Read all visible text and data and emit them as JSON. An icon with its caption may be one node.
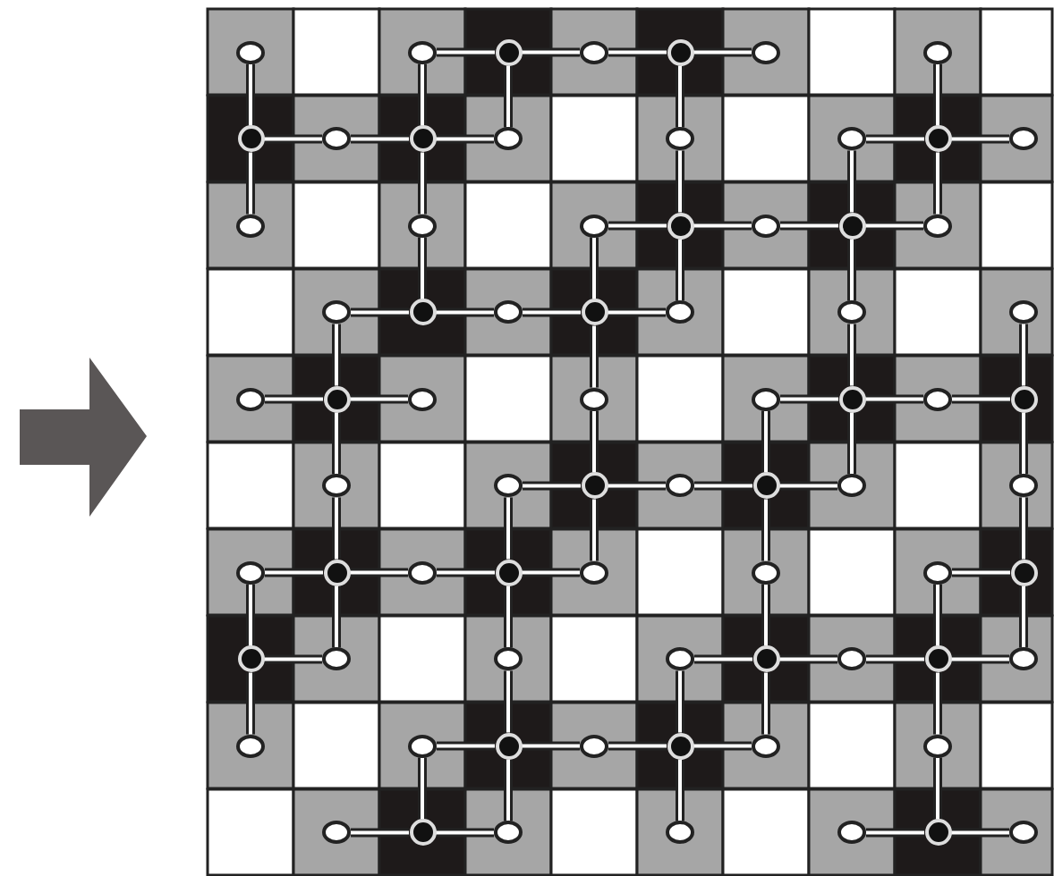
{
  "diagram": {
    "nodes": [
      {
        "text": [],
        "shape": "circle"
      },
      {
        "text": [],
        "shape": "circle"
      },
      {
        "text": [],
        "shape": "dot"
      },
      {
        "text": [],
        "shape": "circle"
      },
      {
        "text": [],
        "shape": "dot"
      },
      {
        "text": [],
        "shape": "circle"
      },
      {
        "text": [],
        "shape": "circle"
      },
      {
        "text": [],
        "shape": "dot"
      },
      {
        "text": [],
        "shape": "circle"
      },
      {
        "text": [],
        "shape": "dot"
      },
      {
        "text": [],
        "shape": "circle"
      },
      {
        "text": [],
        "shape": "circle"
      },
      {
        "text": [],
        "shape": "circle"
      },
      {
        "text": [],
        "shape": "dot"
      },
      {
        "text": [],
        "shape": "circle"
      },
      {
        "text": [],
        "shape": "circle"
      },
      {
        "text": [],
        "shape": "circle"
      },
      {
        "text": [],
        "shape": "circle"
      },
      {
        "text": [],
        "shape": "dot"
      },
      {
        "text": [],
        "shape": "circle"
      },
      {
        "text": [],
        "shape": "dot"
      },
      {
        "text": [],
        "shape": "circle"
      },
      {
        "text": [],
        "shape": "circle"
      },
      {
        "text": [],
        "shape": "dot"
      },
      {
        "text": [],
        "shape": "circle"
      },
      {
        "text": [],
        "shape": "dot"
      },
      {
        "text": [],
        "shape": "circle"
      },
      {
        "text": [],
        "shape": "circle"
      },
      {
        "text": [],
        "shape": "circle"
      },
      {
        "text": [],
        "shape": "circle"
      },
      {
        "text": [],
        "shape": "dot"
      },
      {
        "text": [],
        "shape": "circle"
      },
      {
        "text": [],
        "shape": "circle"
      },
      {
        "text": [],
        "shape": "circle"
      },
      {
        "text": [],
        "shape": "dot"
      },
      {
        "text": [],
        "shape": "circle"
      },
      {
        "text": [],
        "shape": "dot"
      },
      {
        "text": [],
        "shape": "circle"
      },
      {
        "text": [],
        "shape": "circle"
      },
      {
        "text": [],
        "shape": "dot"
      },
      {
        "text": [],
        "shape": "circle"
      },
      {
        "text": [],
        "shape": "dot"
      },
      {
        "text": [],
        "shape": "circle"
      },
      {
        "text": [],
        "shape": "circle"
      },
      {
        "text": [],
        "shape": "circle"
      },
      {
        "text": [],
        "shape": "dot"
      },
      {
        "text": [],
        "shape": "circle"
      },
      {
        "text": [],
        "shape": "dot"
      },
      {
        "text": [],
        "shape": "circle"
      },
      {
        "text": [],
        "shape": "circle"
      },
      {
        "text": [],
        "shape": "circle"
      },
      {
        "text": [],
        "shape": "dot"
      },
      {
        "text": [],
        "shape": "dot"
      },
      {
        "text": [],
        "shape": "circle"
      },
      {
        "text": [],
        "shape": "circle"
      },
      {
        "text": [],
        "shape": "circle"
      },
      {
        "text": [],
        "shape": "dot"
      },
      {
        "text": [],
        "shape": "circle"
      },
      {
        "text": [],
        "shape": "dot"
      },
      {
        "text": [],
        "shape": "circle"
      },
      {
        "text": [],
        "shape": "circle"
      },
      {
        "text": [],
        "shape": "circle"
      },
      {
        "text": [],
        "shape": "dot"
      },
      {
        "text": [],
        "shape": "circle"
      },
      {
        "text": [],
        "shape": "dot"
      },
      {
        "text": [],
        "shape": "circle"
      },
      {
        "text": [],
        "shape": "circle"
      },
      {
        "text": [],
        "shape": "circle"
      },
      {
        "text": [],
        "shape": "dot"
      },
      {
        "text": [],
        "shape": "circle"
      },
      {
        "text": [],
        "shape": "circle"
      },
      {
        "text": [],
        "shape": "circle"
      },
      {
        "text": [],
        "shape": "dot"
      },
      {
        "text": [],
        "shape": "circle"
      }
    ],
    "edges": [
      {
        "from": 1,
        "to": 2,
        "arrow": "none"
      },
      {
        "from": 2,
        "to": 3,
        "arrow": "none"
      },
      {
        "from": 3,
        "to": 4,
        "arrow": "none"
      },
      {
        "from": 4,
        "to": 5,
        "arrow": "none"
      },
      {
        "from": 7,
        "to": 8,
        "arrow": "none"
      },
      {
        "from": 8,
        "to": 9,
        "arrow": "none"
      },
      {
        "from": 9,
        "to": 10,
        "arrow": "none"
      },
      {
        "from": 12,
        "to": 13,
        "arrow": "none"
      },
      {
        "from": 13,
        "to": 14,
        "arrow": "none"
      },
      {
        "from": 17,
        "to": 18,
        "arrow": "none"
      },
      {
        "from": 18,
        "to": 19,
        "arrow": "none"
      },
      {
        "from": 19,
        "to": 20,
        "arrow": "none"
      },
      {
        "from": 20,
        "to": 21,
        "arrow": "none"
      },
      {
        "from": 22,
        "to": 23,
        "arrow": "none"
      },
      {
        "from": 23,
        "to": 24,
        "arrow": "none"
      },
      {
        "from": 24,
        "to": 25,
        "arrow": "none"
      },
      {
        "from": 25,
        "to": 26,
        "arrow": "none"
      },
      {
        "from": 29,
        "to": 30,
        "arrow": "none"
      },
      {
        "from": 30,
        "to": 31,
        "arrow": "none"
      },
      {
        "from": 33,
        "to": 34,
        "arrow": "none"
      },
      {
        "from": 34,
        "to": 35,
        "arrow": "none"
      },
      {
        "from": 35,
        "to": 36,
        "arrow": "none"
      },
      {
        "from": 38,
        "to": 39,
        "arrow": "none"
      },
      {
        "from": 39,
        "to": 40,
        "arrow": "none"
      },
      {
        "from": 40,
        "to": 41,
        "arrow": "none"
      },
      {
        "from": 41,
        "to": 42,
        "arrow": "none"
      },
      {
        "from": 44,
        "to": 45,
        "arrow": "none"
      },
      {
        "from": 45,
        "to": 46,
        "arrow": "none"
      },
      {
        "from": 46,
        "to": 47,
        "arrow": "none"
      },
      {
        "from": 47,
        "to": 48,
        "arrow": "none"
      },
      {
        "from": 50,
        "to": 51,
        "arrow": "none"
      },
      {
        "from": 52,
        "to": 53,
        "arrow": "none"
      },
      {
        "from": 55,
        "to": 56,
        "arrow": "none"
      },
      {
        "from": 56,
        "to": 57,
        "arrow": "none"
      },
      {
        "from": 57,
        "to": 58,
        "arrow": "none"
      },
      {
        "from": 58,
        "to": 59,
        "arrow": "none"
      },
      {
        "from": 61,
        "to": 62,
        "arrow": "none"
      },
      {
        "from": 62,
        "to": 63,
        "arrow": "none"
      },
      {
        "from": 63,
        "to": 64,
        "arrow": "none"
      },
      {
        "from": 64,
        "to": 65,
        "arrow": "none"
      },
      {
        "from": 67,
        "to": 68,
        "arrow": "none"
      },
      {
        "from": 68,
        "to": 69,
        "arrow": "none"
      },
      {
        "from": 71,
        "to": 72,
        "arrow": "none"
      },
      {
        "from": 72,
        "to": 73,
        "arrow": "none"
      },
      {
        "from": 0,
        "to": 7,
        "arrow": "none"
      },
      {
        "from": 7,
        "to": 15,
        "arrow": "none"
      },
      {
        "from": 44,
        "to": 52,
        "arrow": "none"
      },
      {
        "from": 52,
        "to": 60,
        "arrow": "none"
      },
      {
        "from": 22,
        "to": 30,
        "arrow": "none"
      },
      {
        "from": 30,
        "to": 37,
        "arrow": "none"
      },
      {
        "from": 37,
        "to": 45,
        "arrow": "none"
      },
      {
        "from": 45,
        "to": 53,
        "arrow": "none"
      },
      {
        "from": 1,
        "to": 9,
        "arrow": "none"
      },
      {
        "from": 9,
        "to": 16,
        "arrow": "none"
      },
      {
        "from": 16,
        "to": 23,
        "arrow": "none"
      },
      {
        "from": 61,
        "to": 68,
        "arrow": "none"
      },
      {
        "from": 2,
        "to": 10,
        "arrow": "none"
      },
      {
        "from": 38,
        "to": 47,
        "arrow": "none"
      },
      {
        "from": 47,
        "to": 54,
        "arrow": "none"
      },
      {
        "from": 54,
        "to": 62,
        "arrow": "none"
      },
      {
        "from": 62,
        "to": 69,
        "arrow": "none"
      },
      {
        "from": 17,
        "to": 25,
        "arrow": "none"
      },
      {
        "from": 25,
        "to": 32,
        "arrow": "none"
      },
      {
        "from": 32,
        "to": 39,
        "arrow": "none"
      },
      {
        "from": 39,
        "to": 48,
        "arrow": "none"
      },
      {
        "from": 4,
        "to": 11,
        "arrow": "none"
      },
      {
        "from": 11,
        "to": 18,
        "arrow": "none"
      },
      {
        "from": 18,
        "to": 26,
        "arrow": "none"
      },
      {
        "from": 55,
        "to": 64,
        "arrow": "none"
      },
      {
        "from": 64,
        "to": 70,
        "arrow": "none"
      },
      {
        "from": 33,
        "to": 41,
        "arrow": "none"
      },
      {
        "from": 41,
        "to": 49,
        "arrow": "none"
      },
      {
        "from": 49,
        "to": 56,
        "arrow": "none"
      },
      {
        "from": 56,
        "to": 65,
        "arrow": "none"
      },
      {
        "from": 12,
        "to": 20,
        "arrow": "none"
      },
      {
        "from": 20,
        "to": 27,
        "arrow": "none"
      },
      {
        "from": 27,
        "to": 34,
        "arrow": "none"
      },
      {
        "from": 34,
        "to": 42,
        "arrow": "none"
      },
      {
        "from": 6,
        "to": 13,
        "arrow": "none"
      },
      {
        "from": 13,
        "to": 21,
        "arrow": "none"
      },
      {
        "from": 50,
        "to": 58,
        "arrow": "none"
      },
      {
        "from": 58,
        "to": 66,
        "arrow": "none"
      },
      {
        "from": 66,
        "to": 72,
        "arrow": "none"
      },
      {
        "from": 28,
        "to": 36,
        "arrow": "none"
      },
      {
        "from": 36,
        "to": 43,
        "arrow": "none"
      },
      {
        "from": 43,
        "to": 51,
        "arrow": "none"
      },
      {
        "from": 51,
        "to": 59,
        "arrow": "none"
      }
    ]
  }
}
